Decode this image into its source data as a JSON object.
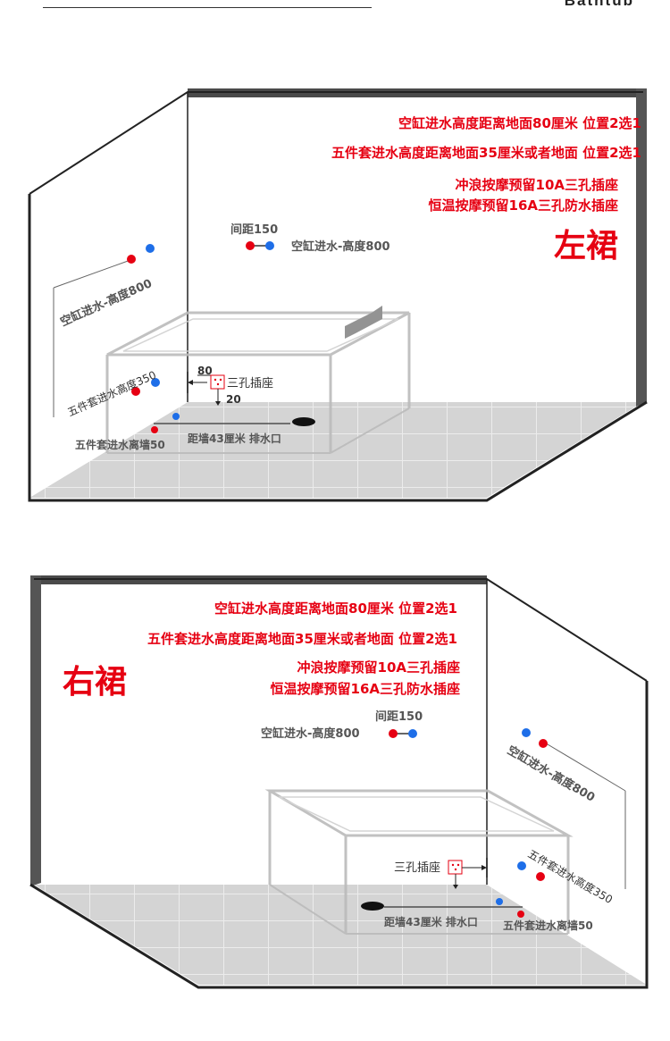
{
  "header": {
    "brand": "Bathtub"
  },
  "colors": {
    "red": "#e60012",
    "blue": "#1e6ee8",
    "wall_dark": "#4a4a4a",
    "floor": "#d6d6d6",
    "text_gray": "#555555"
  },
  "left_skirt": {
    "title": "左裙",
    "notes": [
      "空缸进水高度距离地面80厘米 位置2选1",
      "五件套进水高度距离地面35厘米或者地面 位置2选1",
      "冲浪按摩预留10A三孔插座",
      "恒温按摩预留16A三孔防水插座"
    ],
    "spacing_label": "间距150",
    "back_inlet_label": "空缸进水-高度800",
    "side_inlet_label": "空缸进水-高度800",
    "five_piece_height_label": "五件套进水高度350",
    "outlet_label": "三孔插座",
    "outlet_dim_top": "80",
    "outlet_dim_bottom": "20",
    "drain_label": "距墙43厘米 排水口",
    "five_piece_wall_label": "五件套进水离墙50"
  },
  "right_skirt": {
    "title": "右裙",
    "notes": [
      "空缸进水高度距离地面80厘米 位置2选1",
      "五件套进水高度距离地面35厘米或者地面 位置2选1",
      "冲浪按摩预留10A三孔插座",
      "恒温按摩预留16A三孔防水插座"
    ],
    "spacing_label": "间距150",
    "back_inlet_label": "空缸进水-高度800",
    "side_inlet_label": "空缸进水-高度800",
    "five_piece_height_label": "五件套进水高度350",
    "outlet_label": "三孔插座",
    "drain_label": "距墙43厘米 排水口",
    "five_piece_wall_label": "五件套进水离墙50"
  }
}
